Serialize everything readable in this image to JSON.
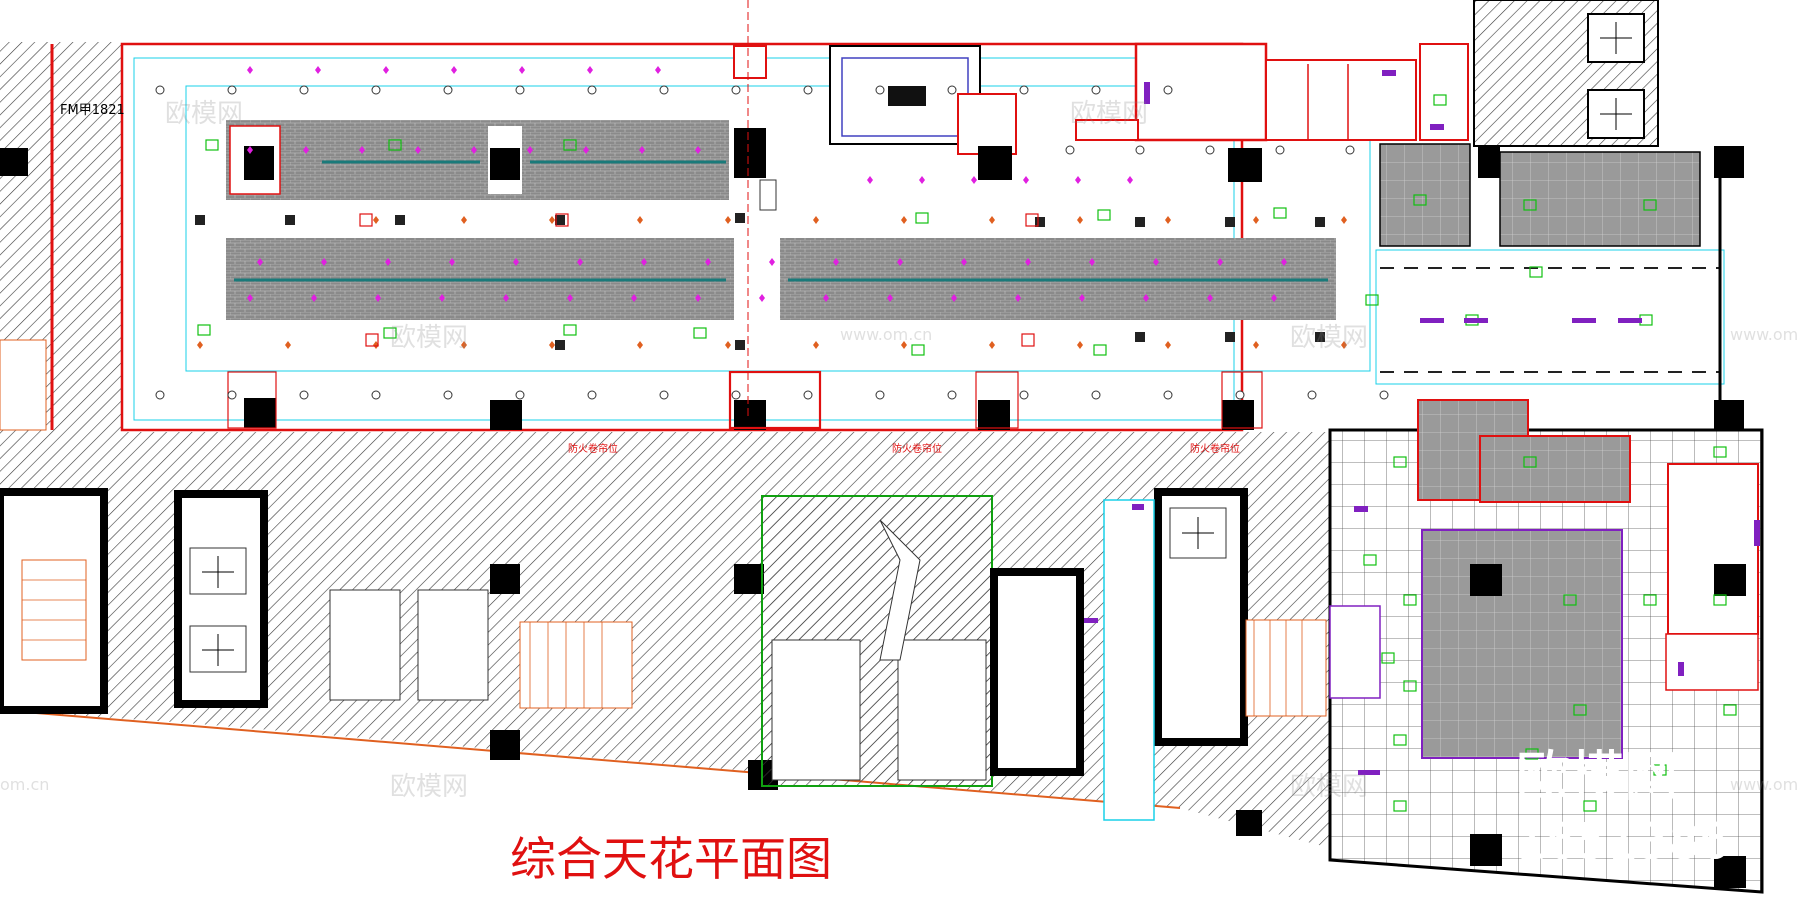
{
  "drawing": {
    "title": "综合天花平面图",
    "colors": {
      "background": "#ffffff",
      "wall": "#000000",
      "red": "#e01010",
      "cyan": "#19d0e8",
      "magenta": "#e020e0",
      "green": "#10c010",
      "hatch": "#404040",
      "orange": "#e06020",
      "purple": "#8020c0",
      "title": "#e01010"
    },
    "labels": {
      "room_tag": "FM甲1821",
      "notes": [
        "防火卷帘位",
        "防火卷帘位",
        "防火卷帘位"
      ]
    },
    "watermark": {
      "site_name": "欧模网",
      "domain": "www.om.cn",
      "domain_short": "om.cn",
      "id_number": "1651386"
    }
  }
}
